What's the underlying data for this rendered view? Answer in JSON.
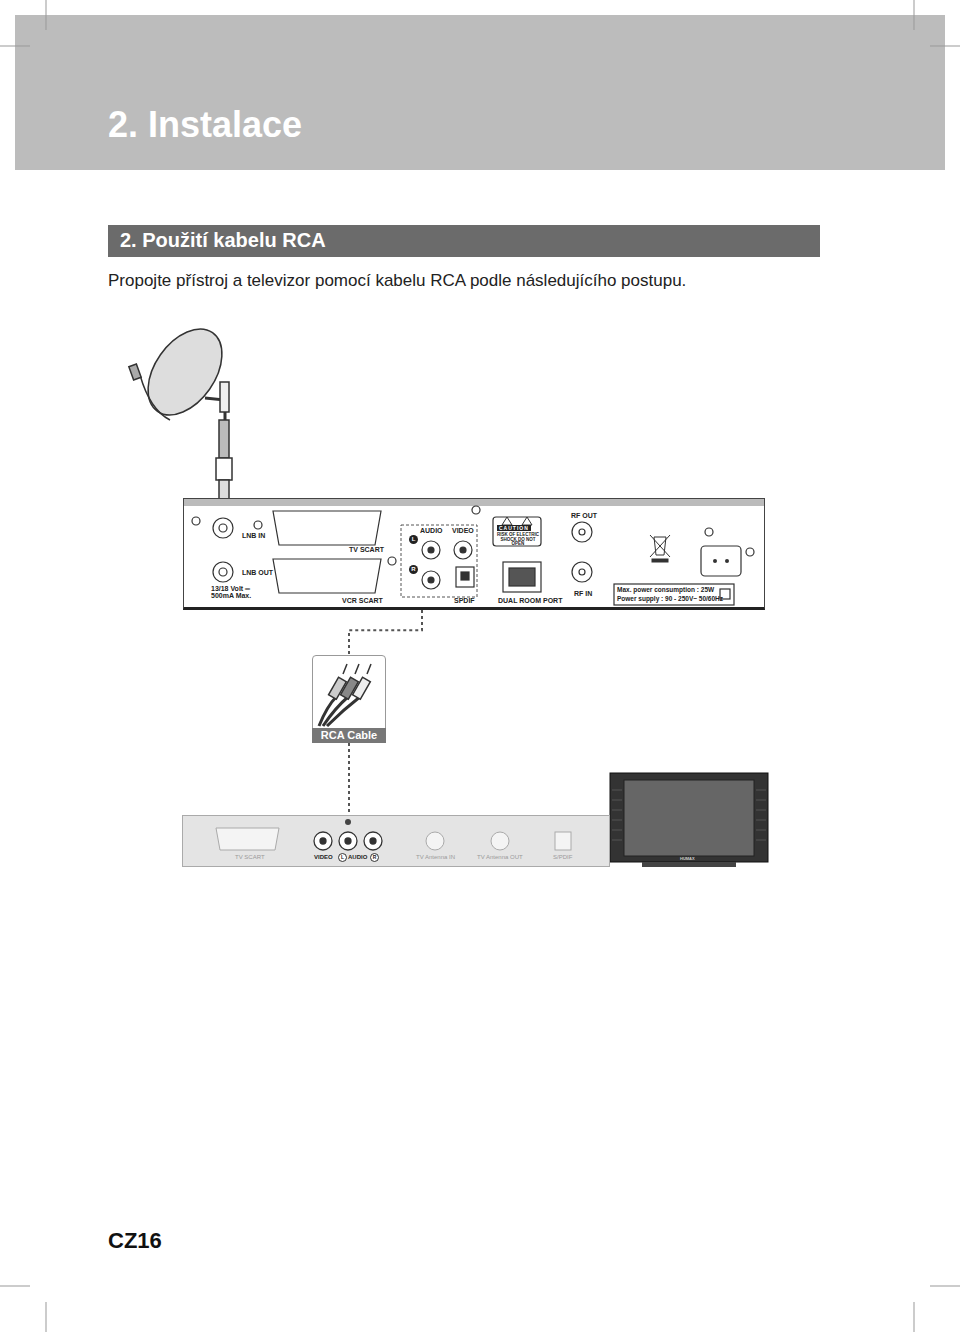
{
  "diagram": {
    "title": "2. Instalace",
    "nodes": [
      {
        "text": [
          "2. Použití kabelu RCA"
        ]
      },
      {
        "text": [
          "LNB IN",
          "LNB OUT",
          "13/18 Volt ═ 500mA Max.",
          "TV SCART",
          "VCR SCART",
          "L",
          "AUDIO",
          "VIDEO",
          "R",
          "SPDIF",
          "CAUTION",
          "RISK OF ELECTRIC SHOCK DO NOT OPEN",
          "RF OUT",
          "DUAL ROOM PORT",
          "RF IN",
          "Max. power consumption : 25W",
          "Power supply : 90 - 250V~ 50/60Hz"
        ]
      },
      {
        "text": [
          "RCA Cable"
        ]
      },
      {
        "text": [
          "TV SCART",
          "VIDEO",
          "L",
          "AUDIO",
          "R",
          "TV Antenna IN",
          "TV Antenna OUT",
          "S/PDIF"
        ]
      }
    ],
    "edges": [
      {
        "from": 1,
        "to": 2,
        "arrow": "none"
      },
      {
        "from": 2,
        "to": 3,
        "arrow": "none"
      }
    ],
    "labels": [
      "Propojte přístroj a televizor pomocí kabelu RCA podle následujícího postupu.",
      "HUMAX",
      "CZ16"
    ]
  }
}
